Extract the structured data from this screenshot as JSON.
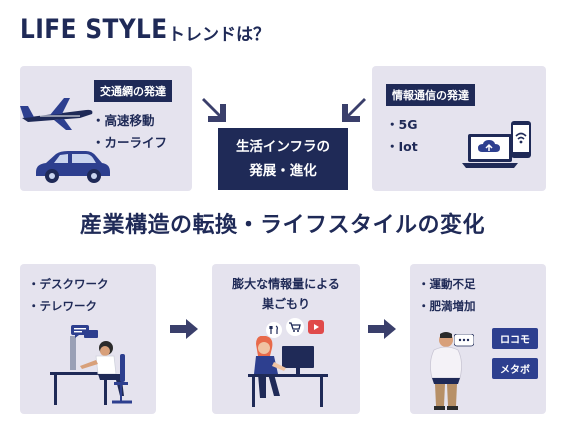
{
  "title": {
    "main": "LIFE STYLE",
    "sub": "トレンドは？"
  },
  "top_left": {
    "tag": "交通網の発達",
    "items": [
      "・高速移動",
      "・カーライフ"
    ]
  },
  "top_right": {
    "tag": "情報通信の発達",
    "items": [
      "・5G",
      "・Iot"
    ]
  },
  "center": {
    "line1": "生活インフラの",
    "line2": "発展・進化"
  },
  "headline": "産業構造の転換・ライフスタイルの変化",
  "bottom_left": {
    "items": [
      "・デスクワーク",
      "・テレワーク"
    ]
  },
  "bottom_mid": {
    "line1": "膨大な情報量による",
    "line2": "巣ごもり"
  },
  "bottom_right": {
    "items": [
      "・運動不足",
      "・肥満増加"
    ],
    "badges": [
      "ロコモ",
      "メタボ"
    ]
  },
  "colors": {
    "navy": "#1f2a57",
    "panel": "#e5e3ee",
    "accent_red": "#e04a4a",
    "badge_blue": "#2d3f8f"
  }
}
